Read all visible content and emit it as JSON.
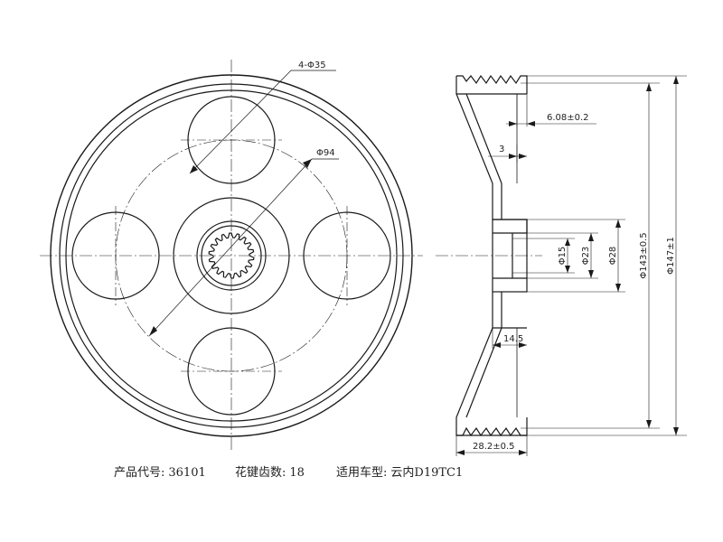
{
  "front_view": {
    "dim_holes": "4-Φ35",
    "dim_pcd": "Φ94"
  },
  "side_view": {
    "dim_groove": "6.08±0.2",
    "dim_step": "3",
    "dim_bore": "Φ15",
    "dim_hub_inner": "Φ23",
    "dim_hub_outer": "Φ28",
    "dim_groove_dia": "Φ143±0.5",
    "dim_outer_dia": "Φ147±1",
    "dim_hub_len": "14.5",
    "dim_width": "28.2±0.5"
  },
  "captions": {
    "product_code_label": "产品代号:",
    "product_code_value": "36101",
    "spline_teeth_label": "花键齿数:",
    "spline_teeth_value": "18",
    "vehicle_label": "适用车型:",
    "vehicle_value": "云内D19TC1"
  }
}
